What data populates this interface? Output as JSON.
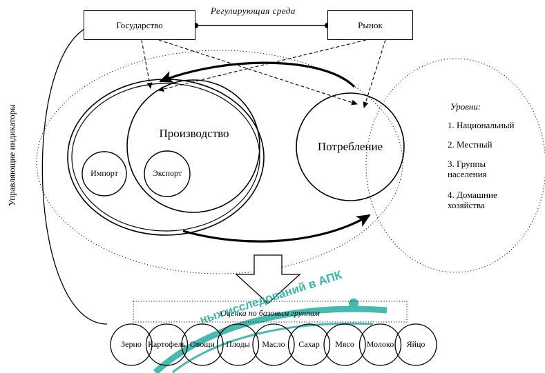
{
  "top": {
    "state": "Государство",
    "market": "Рынок",
    "environment": "Регулирующая среда"
  },
  "left_axis_label": "Управляющие индикаторы",
  "core": {
    "production": "Производство",
    "consumption": "Потребление",
    "import": "Импорт",
    "export": "Экспорт"
  },
  "levels": {
    "title": "Уровни:",
    "items": [
      {
        "text": "1. Национальный"
      },
      {
        "text": "2. Местный"
      },
      {
        "text": "3. Группы населения"
      },
      {
        "text": "4. Домашние хозяйства"
      }
    ]
  },
  "evaluation": {
    "label": "Оценка по базовым группам",
    "groups": [
      "Зерно",
      "Картофель",
      "Овощи",
      "Плоды",
      "Масло",
      "Сахар",
      "Мясо",
      "Молоко",
      "Яйцо"
    ]
  },
  "watermark": {
    "text": "ных исследований в АПК",
    "color": "#1ba89a"
  }
}
